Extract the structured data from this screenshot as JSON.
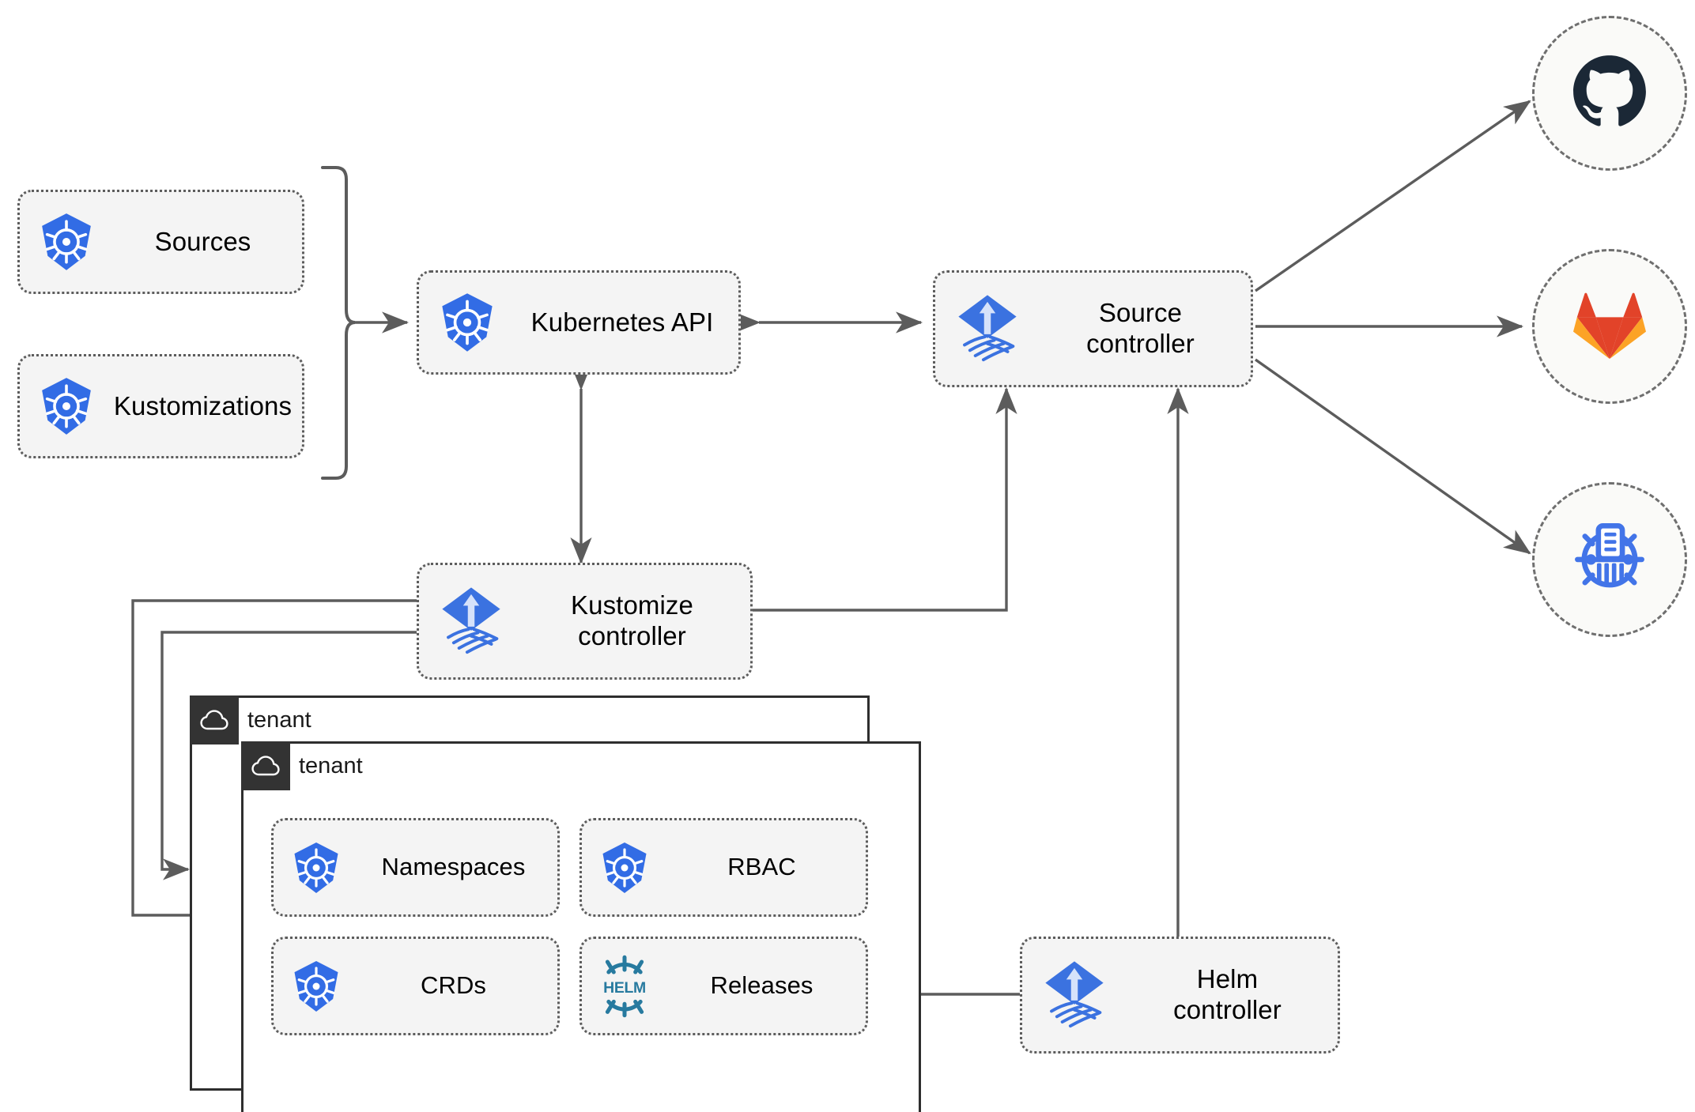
{
  "diagram": {
    "title": "Flux GitOps toolkit architecture",
    "colors": {
      "kubernetes_blue": "#326CE5",
      "flux_blue": "#3B72E0",
      "helm_teal": "#277A9F",
      "github_dark": "#1B2836",
      "gitlab_orange": "#E24329",
      "gitlab_light_orange": "#FCA326",
      "oci_blue": "#4274E8",
      "edge_gray": "#5C5C5C",
      "node_fill": "#F4F4F4",
      "tenant_header": "#333333"
    }
  },
  "nodes": {
    "sources": {
      "label": "Sources",
      "icon": "kubernetes-icon"
    },
    "kustomizations": {
      "label": "Kustomizations",
      "icon": "kubernetes-icon"
    },
    "kubernetes_api": {
      "label": "Kubernetes API",
      "icon": "kubernetes-icon"
    },
    "source_controller": {
      "label": "Source\ncontroller",
      "icon": "flux-icon"
    },
    "kustomize_controller": {
      "label": "Kustomize\ncontroller",
      "icon": "flux-icon"
    },
    "helm_controller": {
      "label": "Helm\ncontroller",
      "icon": "flux-icon"
    },
    "namespaces": {
      "label": "Namespaces",
      "icon": "kubernetes-icon"
    },
    "rbac": {
      "label": "RBAC",
      "icon": "kubernetes-icon"
    },
    "crds": {
      "label": "CRDs",
      "icon": "kubernetes-icon"
    },
    "releases": {
      "label": "Releases",
      "icon": "helm-icon"
    }
  },
  "tenants": [
    {
      "name": "tenant",
      "icon": "cloud-icon"
    },
    {
      "name": "tenant",
      "icon": "cloud-icon"
    }
  ],
  "providers": [
    {
      "name": "github",
      "icon": "github-icon"
    },
    {
      "name": "gitlab",
      "icon": "gitlab-icon"
    },
    {
      "name": "oci-registry",
      "icon": "oci-registry-icon"
    }
  ],
  "edges": [
    {
      "from": "sources-kustomizations-brace",
      "to": "kubernetes_api",
      "style": "arrow"
    },
    {
      "from": "kubernetes_api",
      "to": "source_controller",
      "style": "double-arrow"
    },
    {
      "from": "kubernetes_api",
      "to": "kustomize_controller",
      "style": "double-arrow"
    },
    {
      "from": "kustomize_controller",
      "to": "source_controller",
      "style": "arrow"
    },
    {
      "from": "helm_controller",
      "to": "source_controller",
      "style": "arrow"
    },
    {
      "from": "helm_controller",
      "to": "releases",
      "style": "arrow"
    },
    {
      "from": "kustomize_controller",
      "to": "tenant-1",
      "style": "arrow"
    },
    {
      "from": "kustomize_controller",
      "to": "tenant-2",
      "style": "arrow"
    },
    {
      "from": "source_controller",
      "to": "github",
      "style": "arrow"
    },
    {
      "from": "source_controller",
      "to": "gitlab",
      "style": "arrow"
    },
    {
      "from": "source_controller",
      "to": "oci-registry",
      "style": "arrow"
    }
  ]
}
